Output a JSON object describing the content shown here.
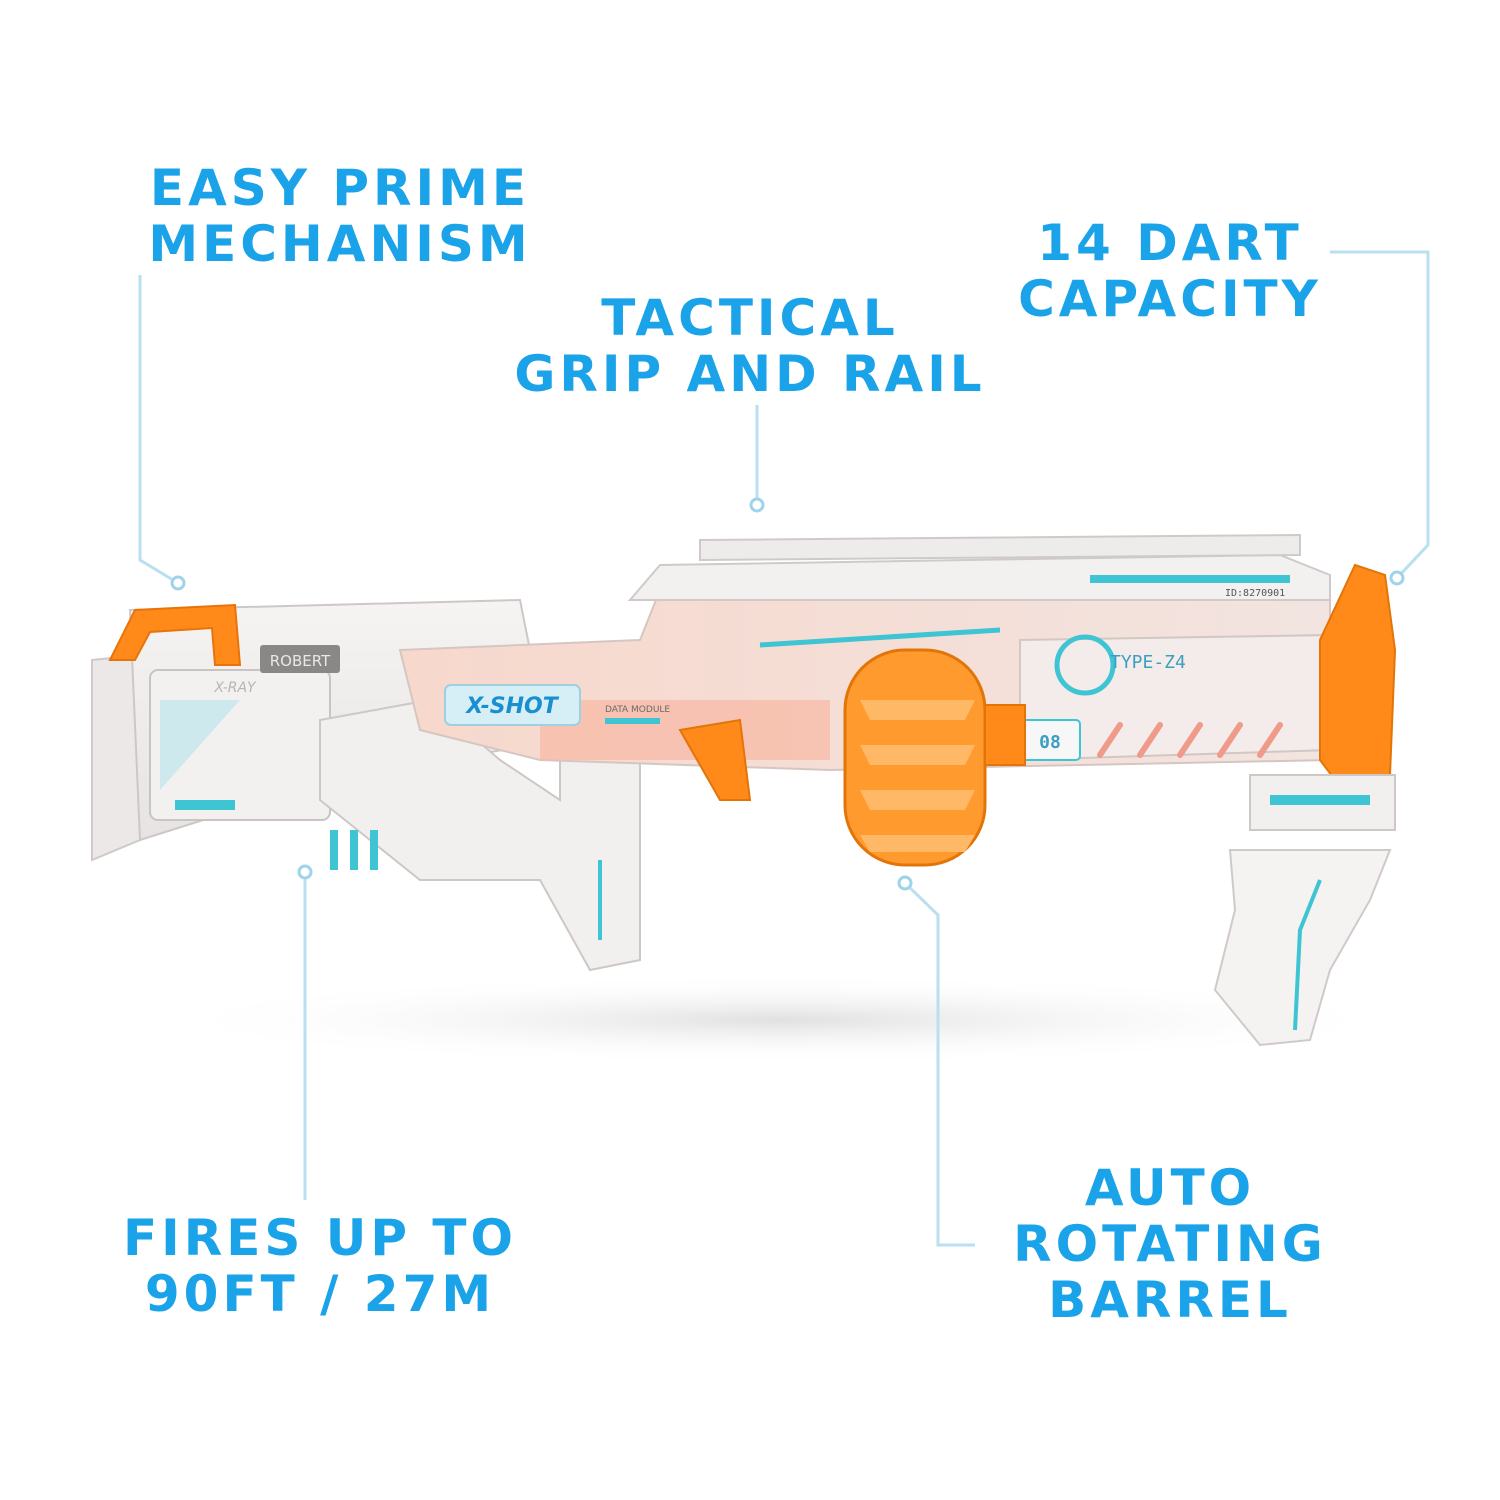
{
  "features": {
    "prime": {
      "line1": "EASY PRIME",
      "line2": "MECHANISM"
    },
    "grip": {
      "line1": "TACTICAL",
      "line2": "GRIP AND RAIL"
    },
    "capacity": {
      "line1": "14 DART",
      "line2": "CAPACITY"
    },
    "range": {
      "line1": "FIRES UP TO",
      "line2": "90FT / 27M"
    },
    "barrel": {
      "line1": "AUTO",
      "line2": "ROTATING",
      "line3": "BARREL"
    }
  },
  "blaster_markings": {
    "brand": "X-SHOT",
    "model": "TYPE-Z4",
    "name_tag": "ROBERT",
    "stock_label": "X-RAY",
    "module_label": "DATA MODULE",
    "id_code": "ID:8270901",
    "counter": "08"
  },
  "colors": {
    "label_blue": "#1aa3e8",
    "orange": "#ff8a1a",
    "teal": "#3fc4d4"
  }
}
